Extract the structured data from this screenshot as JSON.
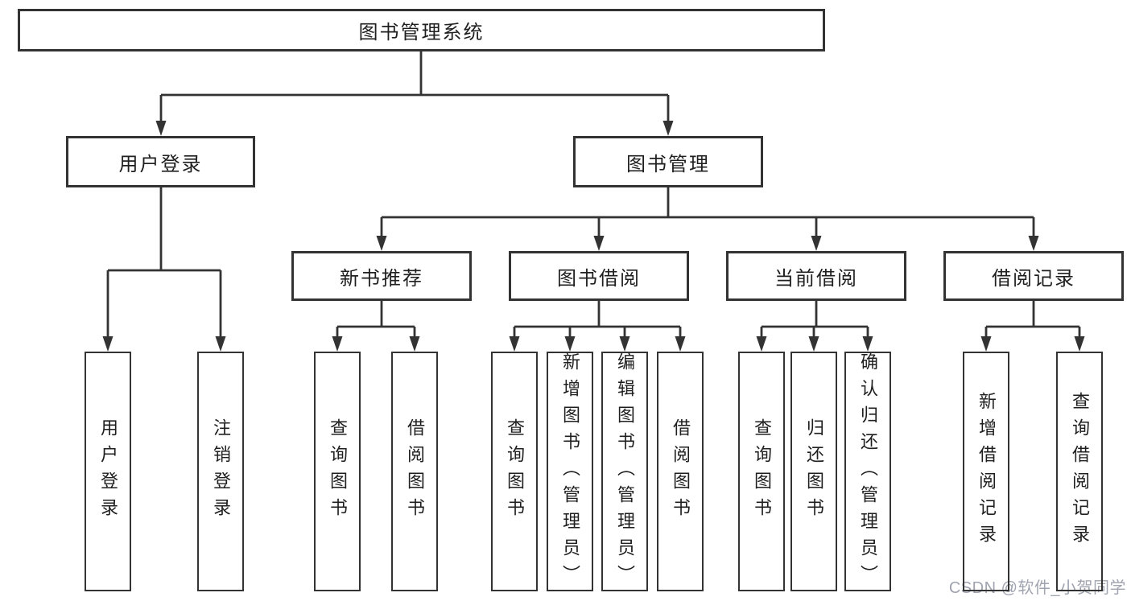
{
  "root": {
    "label": "图书管理系统",
    "children": [
      {
        "label": "用户登录",
        "leaves": [
          "用户登录",
          "注销登录"
        ]
      },
      {
        "label": "图书管理",
        "children": [
          {
            "label": "新书推荐",
            "leaves": [
              "查询图书",
              "借阅图书"
            ]
          },
          {
            "label": "图书借阅",
            "leaves": [
              "查询图书",
              "新增图书（管理员）",
              "编辑图书（管理员）",
              "借阅图书"
            ]
          },
          {
            "label": "当前借阅",
            "leaves": [
              "查询图书",
              "归还图书",
              "确认归还（管理员）"
            ]
          },
          {
            "label": "借阅记录",
            "leaves": [
              "新增借阅记录",
              "查询借阅记录"
            ]
          }
        ]
      }
    ]
  },
  "watermark": {
    "text": "CSDN @软件_小贺同学"
  },
  "colors": {
    "line": "#333333",
    "text": "#1f1f1f",
    "background": "#ffffff",
    "watermark": "#a0a4b0"
  }
}
